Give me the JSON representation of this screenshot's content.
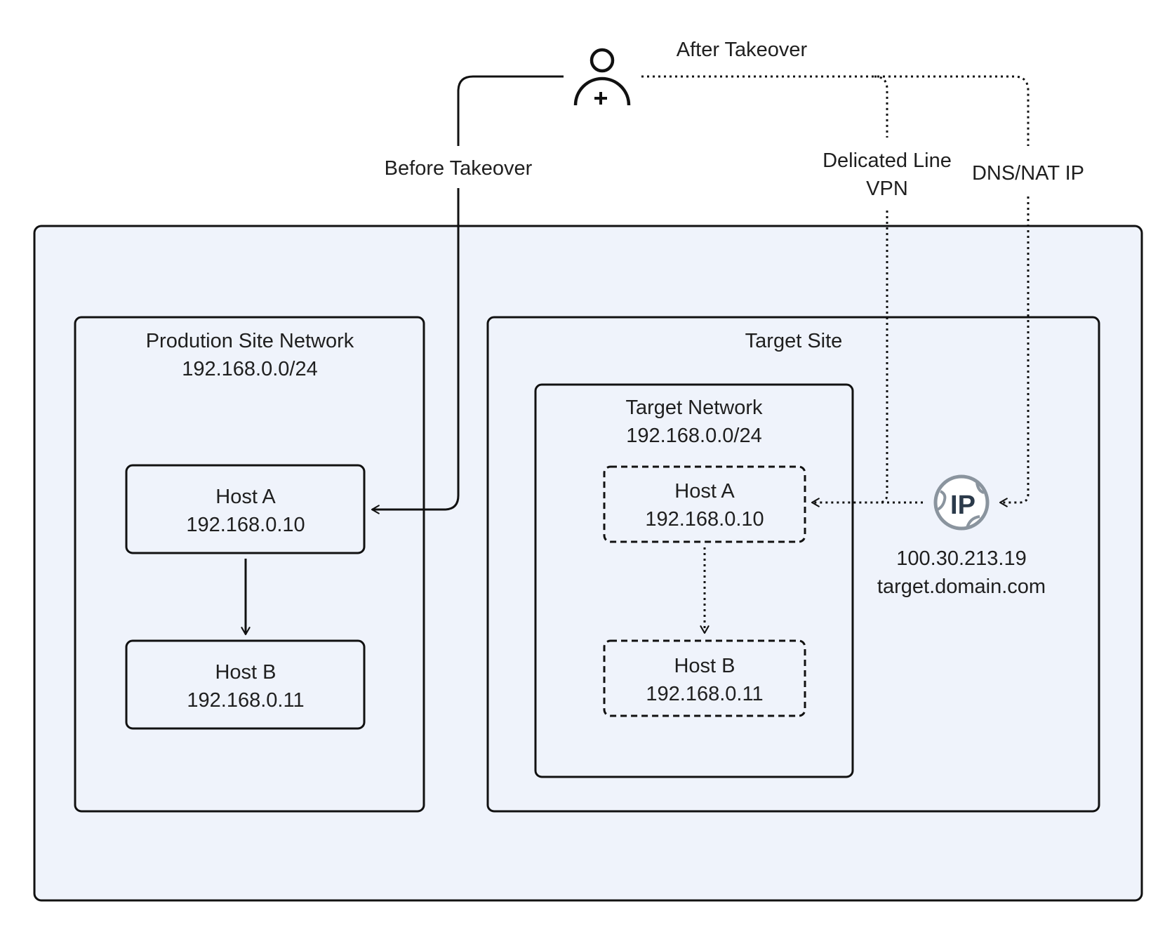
{
  "labels": {
    "before_takeover": "Before Takeover",
    "after_takeover": "After Takeover",
    "dedicated_line": "Delicated Line",
    "vpn": "VPN",
    "dns_nat": "DNS/NAT IP"
  },
  "production_site": {
    "title": "Prodution Site Network",
    "cidr": "192.168.0.0/24",
    "host_a": {
      "name": "Host A",
      "ip": "192.168.0.10"
    },
    "host_b": {
      "name": "Host B",
      "ip": "192.168.0.11"
    }
  },
  "target_site": {
    "title": "Target Site",
    "network": {
      "title": "Target Network",
      "cidr": "192.168.0.0/24",
      "host_a": {
        "name": "Host A",
        "ip": "192.168.0.10"
      },
      "host_b": {
        "name": "Host B",
        "ip": "192.168.0.11"
      }
    },
    "ip_icon_text": "IP",
    "public_ip": "100.30.213.19",
    "domain": "target.domain.com"
  },
  "colors": {
    "canvas_fill": "#eff3fb",
    "stroke": "#111111",
    "ip_icon": "#8a949e",
    "ip_text": "#2b3a4a"
  },
  "icons": {
    "user": "user-add-icon",
    "ip": "ip-globe-icon"
  }
}
